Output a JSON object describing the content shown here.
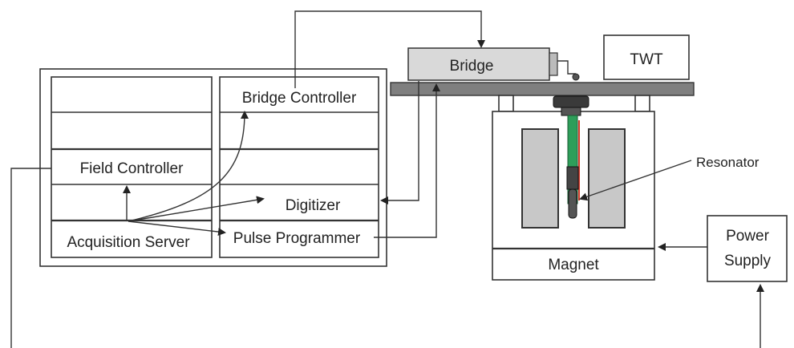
{
  "labels": {
    "bridge_controller": "Bridge Controller",
    "field_controller": "Field Controller",
    "digitizer": "Digitizer",
    "acquisition_server": "Acquisition Server",
    "pulse_programmer": "Pulse Programmer",
    "bridge": "Bridge",
    "twt": "TWT",
    "resonator": "Resonator",
    "magnet": "Magnet",
    "power_supply_line1": "Power",
    "power_supply_line2": "Supply"
  },
  "colors": {
    "stroke": "#333333",
    "bridge_fill": "#d9d9d9",
    "table_fill": "#7f7f7f",
    "pole_fill": "#c8c8c8",
    "resonator_green": "#2e9e5a",
    "resonator_red": "#d23a2a"
  }
}
